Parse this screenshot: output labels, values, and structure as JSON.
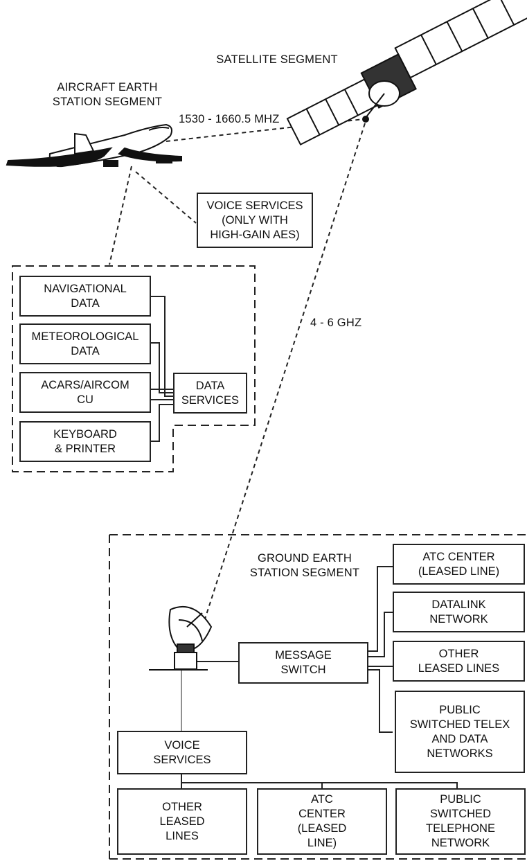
{
  "segments": {
    "satellite": "SATELLITE SEGMENT",
    "aircraft": "AIRCRAFT EARTH\nSTATION SEGMENT",
    "ground": "GROUND EARTH\nSTATION SEGMENT"
  },
  "links": {
    "l_band": "1530 - 1660.5 MHZ",
    "c_band": "4 - 6 GHZ"
  },
  "aircraft_boxes": {
    "voice_services": "VOICE SERVICES\n(ONLY WITH\nHIGH-GAIN AES)",
    "navigational": "NAVIGATIONAL\nDATA",
    "meteorological": "METEOROLOGICAL\nDATA",
    "acars": "ACARS/AIRCOM\nCU",
    "keyboard": "KEYBOARD\n& PRINTER",
    "data_services": "DATA\nSERVICES"
  },
  "ground_boxes": {
    "message_switch": "MESSAGE\nSWITCH",
    "atc_center_leased": "ATC CENTER\n(LEASED LINE)",
    "datalink": "DATALINK\nNETWORK",
    "other_leased_right": "OTHER\nLEASED LINES",
    "public_telex": "PUBLIC\nSWITCHED TELEX\nAND DATA\nNETWORKS",
    "voice_services": "VOICE\nSERVICES",
    "other_leased_bottom": "OTHER\nLEASED\nLINES",
    "atc_center_bottom": "ATC\nCENTER\n(LEASED\nLINE)",
    "public_telephone": "PUBLIC\nSWITCHED\nTELEPHONE\nNETWORK"
  },
  "icons": {
    "satellite": "satellite-icon",
    "aircraft": "airplane-icon",
    "dish": "satellite-dish-icon"
  }
}
